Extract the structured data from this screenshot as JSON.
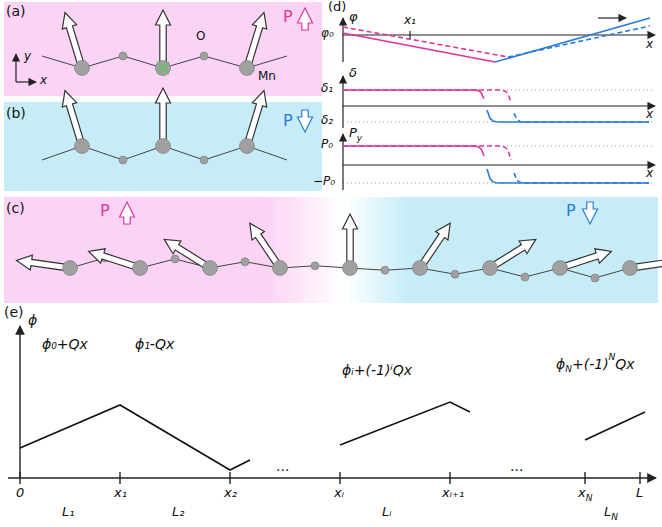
{
  "diagram": {
    "labels": [
      "(a)",
      "P",
      "y",
      "x",
      "O",
      "Mn",
      "(b)",
      "P",
      "(c)",
      "P",
      "P",
      "(d)",
      "φ",
      "φ₀",
      "x₁",
      "x",
      "δ",
      "δ₁",
      "δ₂",
      "x",
      "P",
      "y",
      "P₀",
      "−P₀",
      "x",
      "(e)",
      "ϕ",
      "ϕ₀+Qx",
      "ϕ₁-Qx",
      "ϕᵢ+(-1)ⁱQx",
      "ϕ",
      "N",
      "+(-1)",
      "N",
      "Qx",
      "...",
      "...",
      "0",
      "x₁",
      "x₂",
      "xᵢ",
      "xᵢ₊₁",
      "x",
      "N",
      "L",
      "L₁",
      "L₂",
      "Lᵢ",
      "L",
      "N"
    ]
  }
}
